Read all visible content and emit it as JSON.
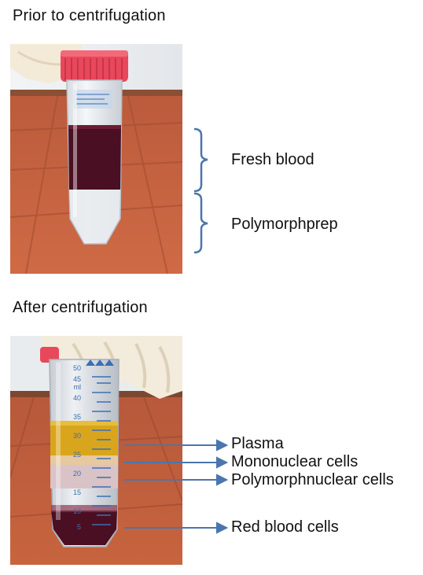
{
  "sections": {
    "before": {
      "title": "Prior to centrifugation",
      "labels": {
        "fresh_blood": "Fresh blood",
        "polymorphprep": "Polymorphprep"
      }
    },
    "after": {
      "title": "After centrifugation",
      "labels": {
        "plasma": "Plasma",
        "mononuclear": "Mononuclear cells",
        "polymorphnuclear": "Polymorphnuclear cells",
        "red_blood_cells": "Red blood cells"
      },
      "tube_scale": [
        "50",
        "45",
        "ml",
        "40",
        "35",
        "30",
        "25",
        "20",
        "15",
        "10",
        "5"
      ]
    }
  },
  "colors": {
    "annotation": "#4a76ad",
    "blood": "#4a0f22",
    "plasma": "#d9a51c",
    "floor": "#c95f3c",
    "cap": "#e8485a"
  }
}
